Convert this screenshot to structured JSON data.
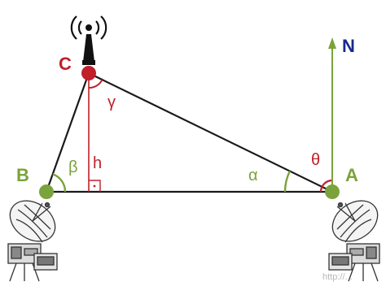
{
  "points": {
    "a": {
      "label": "A",
      "color": "#7aa33b"
    },
    "b": {
      "label": "B",
      "color": "#7aa33b"
    },
    "c": {
      "label": "C",
      "color": "#c0202a"
    }
  },
  "angles": {
    "alpha": "α",
    "beta": "β",
    "gamma": "γ",
    "theta": "θ"
  },
  "height_label": "h",
  "north_label": "N",
  "watermark": "http://...",
  "colors": {
    "triangle": "#1a1a1a",
    "angle_arc": "#c0202a",
    "angle_arc_green": "#7aa33b",
    "north_arrow": "#7aa33b",
    "north_text": "#1a2a8a",
    "height_line": "#c0202a"
  },
  "icons": {
    "tower": "radio-tower-icon",
    "dish_left": "satellite-dish-icon",
    "dish_right": "satellite-dish-icon"
  }
}
